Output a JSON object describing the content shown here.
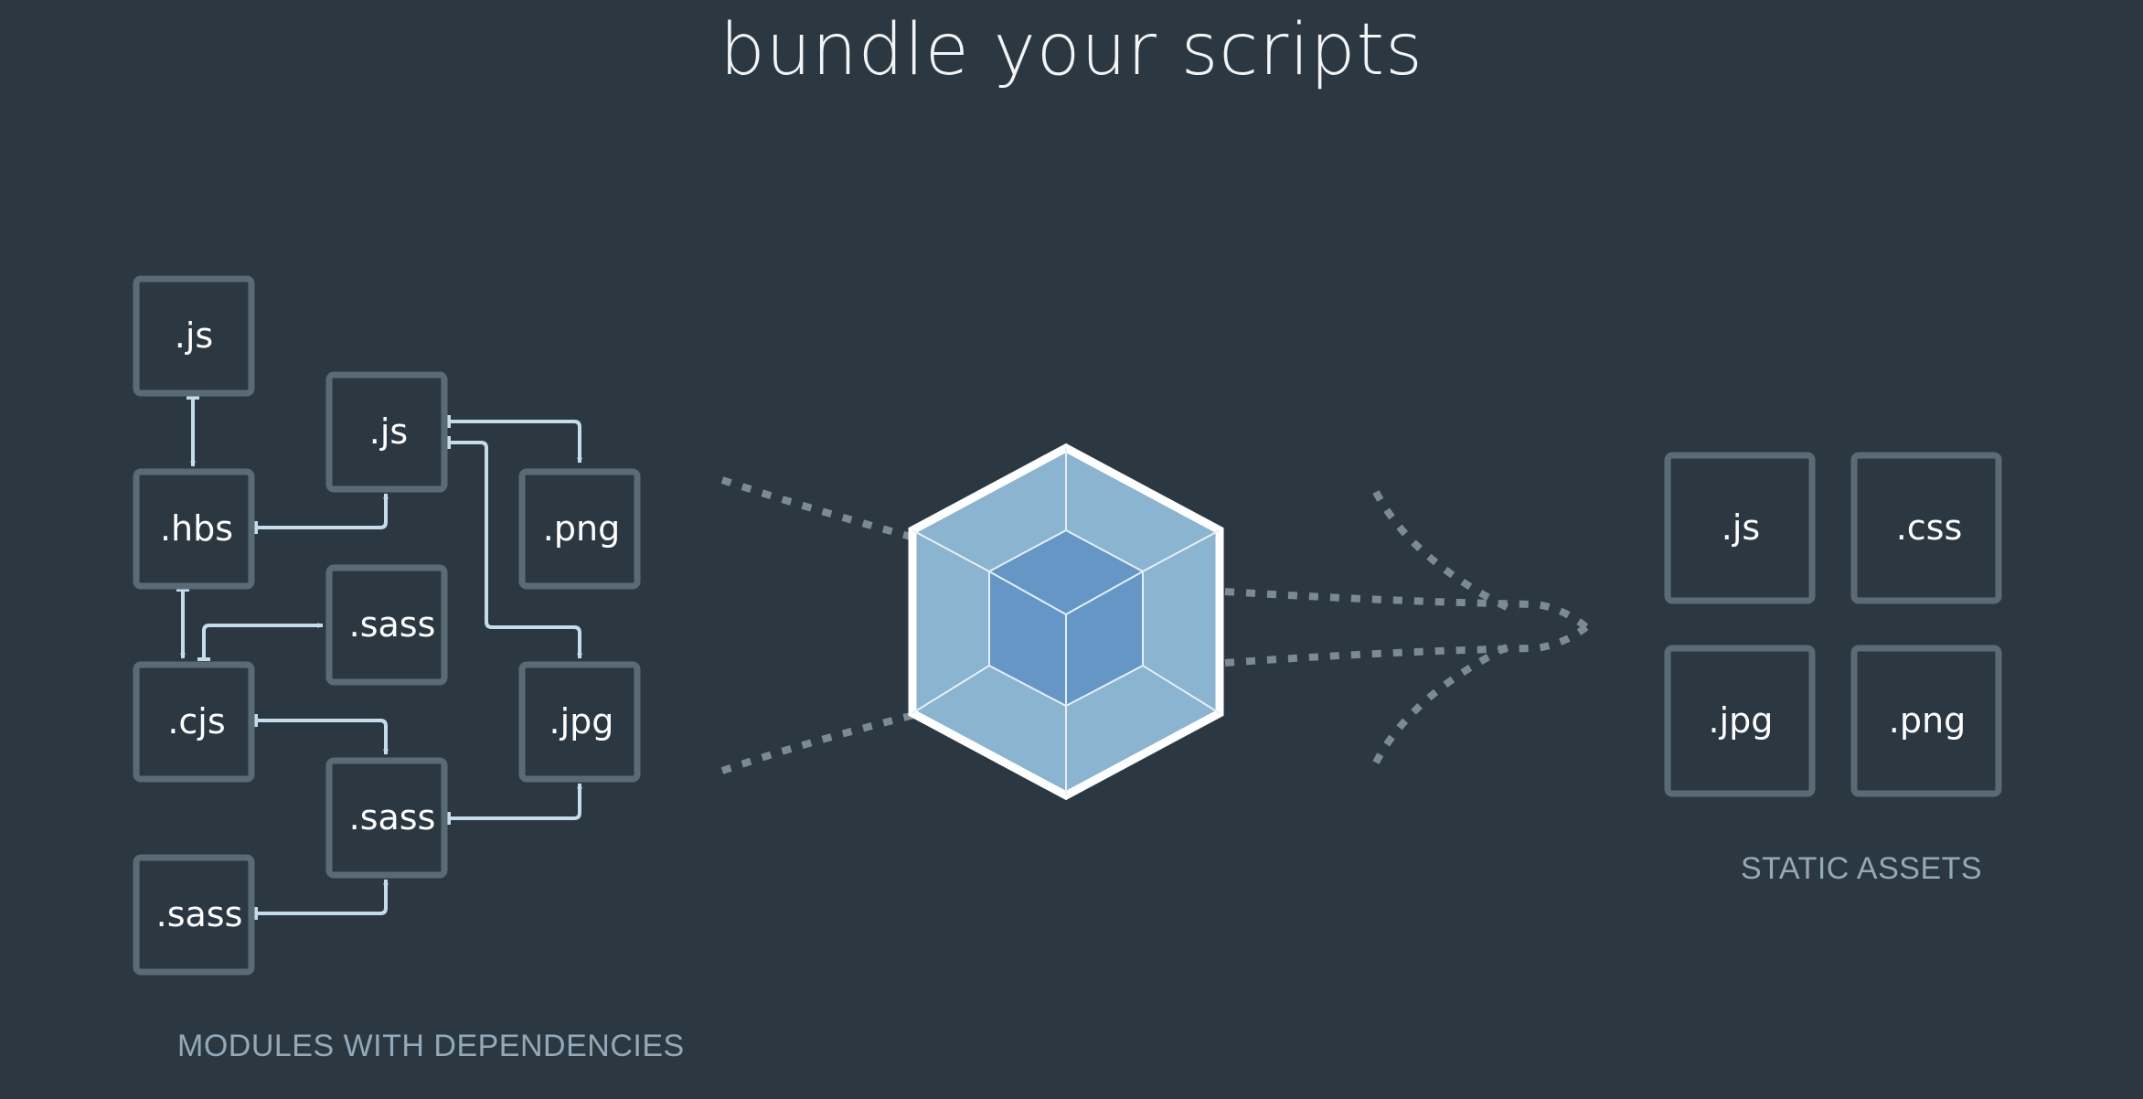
{
  "title": "bundle your scripts",
  "modules": {
    "caption": "MODULES WITH DEPENDENCIES",
    "nodes": {
      "js_a": ".js",
      "hbs": ".hbs",
      "cjs": ".cjs",
      "sass_c": ".sass",
      "js_b": ".js",
      "sass_a": ".sass",
      "sass_b": ".sass",
      "png": ".png",
      "jpg": ".jpg"
    }
  },
  "assets": {
    "caption": "STATIC ASSETS",
    "items": [
      ".js",
      ".css",
      ".jpg",
      ".png"
    ]
  },
  "colors": {
    "background": "#2c3841",
    "box_border": "#5b6b76",
    "edge": "#c5dceb",
    "cube_outer": "#8ab4cf",
    "cube_inner": "#6596c6"
  },
  "icons": [
    "webpack-cube-icon"
  ]
}
